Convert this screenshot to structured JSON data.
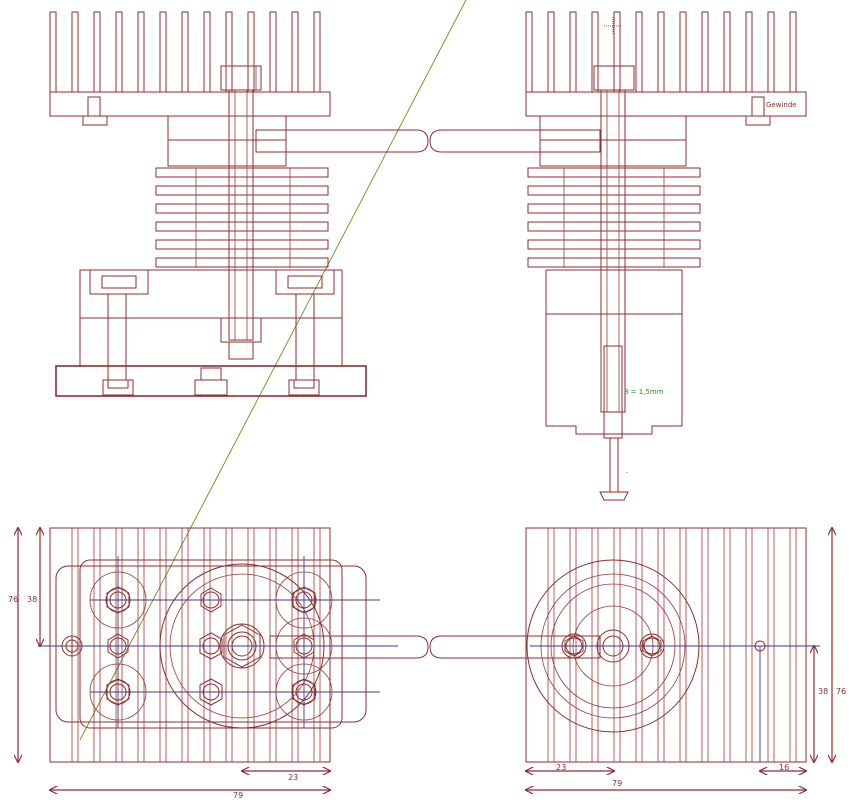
{
  "canvas": {
    "background": "#ffffff"
  },
  "colors": {
    "outline": "#8b2f2f",
    "centerline": "#3a3a8a",
    "construction": "#7a8a1a",
    "annotation": "#2e8b2e"
  },
  "annotations": {
    "gewinde": "Gewinde",
    "thickness": "8 = 1,5mm",
    "dash": "-"
  },
  "dimensions": {
    "front_height_outer": "76",
    "front_height_inner": "38",
    "front_bottom_small": "23",
    "front_bottom_width": "79",
    "side_height_outer": "76",
    "side_height_inner": "38",
    "side_bottom_left": "23",
    "side_bottom_width": "79",
    "side_bottom_right": "16"
  },
  "cursor": {
    "icon": "crosshair-cursor-icon"
  }
}
